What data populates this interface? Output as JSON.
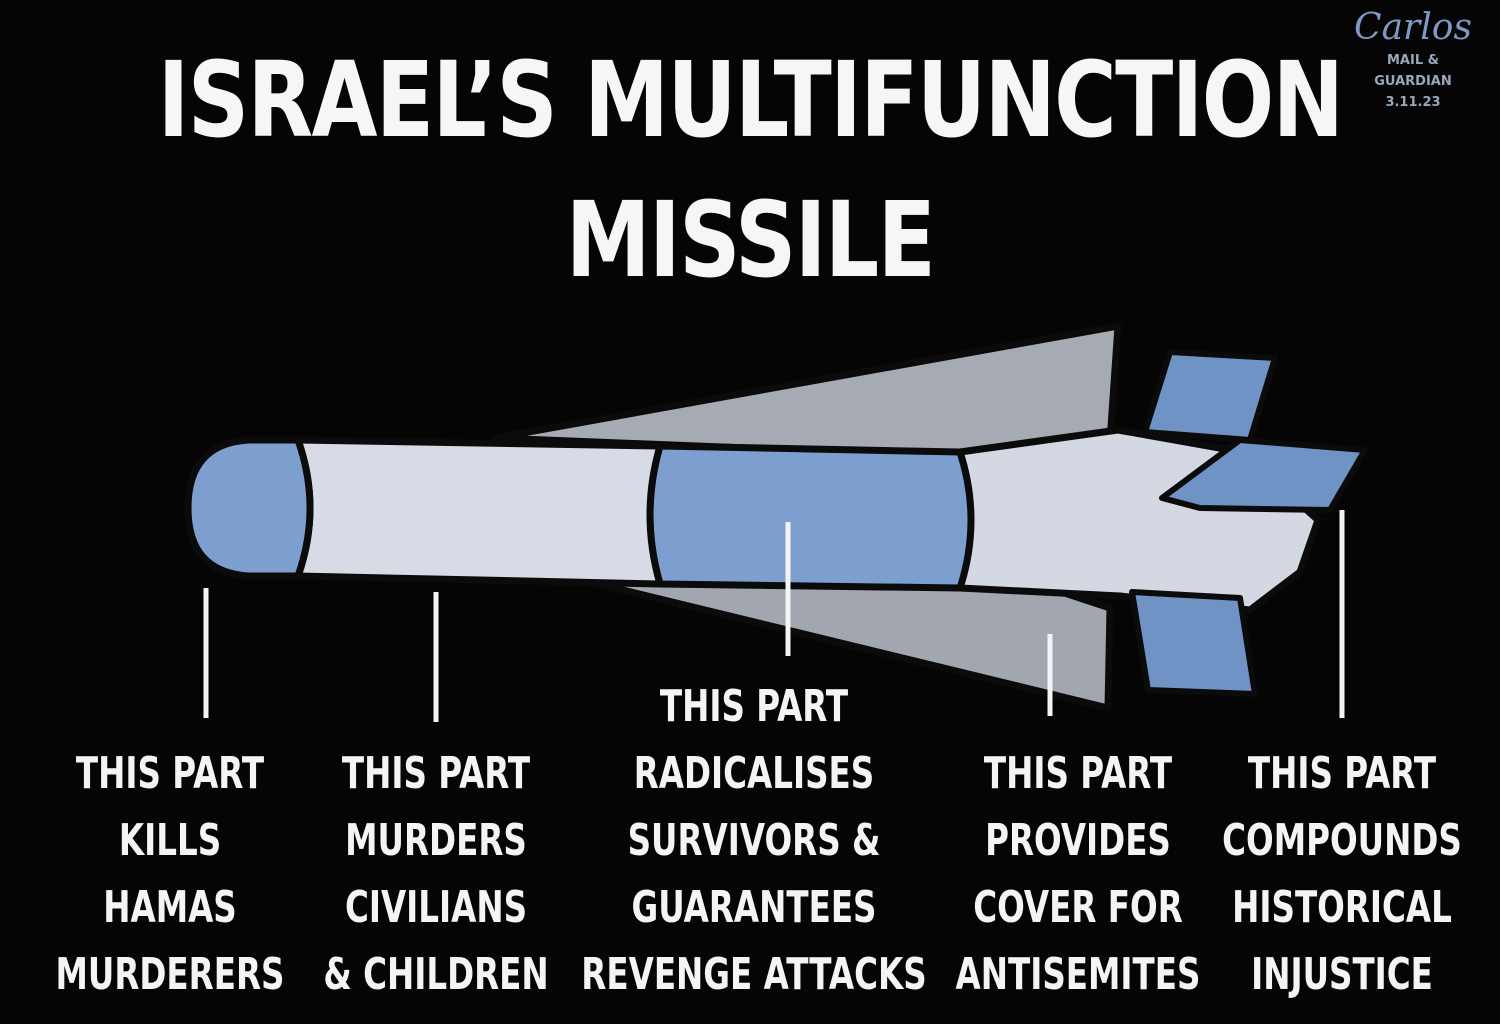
{
  "title": {
    "line1": "ISRAEL’S MULTIFUNCTION",
    "line2": "MISSILE"
  },
  "signature": {
    "name": "Carlos",
    "publication_line1": "MAIL &",
    "publication_line2": "GUARDIAN",
    "date": "3.11.23"
  },
  "colors": {
    "background": "#050505",
    "nose_blue": "#7d9fcf",
    "body_light": "#d7dbe6",
    "wing_grey": "#a6aab3",
    "fin_blue": "#6f93c4",
    "outline": "#0b0b0b"
  },
  "labels": [
    {
      "lines": [
        "THIS PART",
        "KILLS",
        "HAMAS",
        "MURDERERS"
      ]
    },
    {
      "lines": [
        "THIS PART",
        "MURDERS",
        "CIVILIANS",
        "& CHILDREN"
      ]
    },
    {
      "lines": [
        "THIS PART",
        "RADICALISES",
        "SURVIVORS &",
        "GUARANTEES",
        "REVENGE ATTACKS"
      ]
    },
    {
      "lines": [
        "THIS PART",
        "PROVIDES",
        "COVER FOR",
        "ANTISEMITES"
      ]
    },
    {
      "lines": [
        "THIS PART",
        "COMPOUNDS",
        "HISTORICAL",
        "INJUSTICE"
      ]
    }
  ]
}
